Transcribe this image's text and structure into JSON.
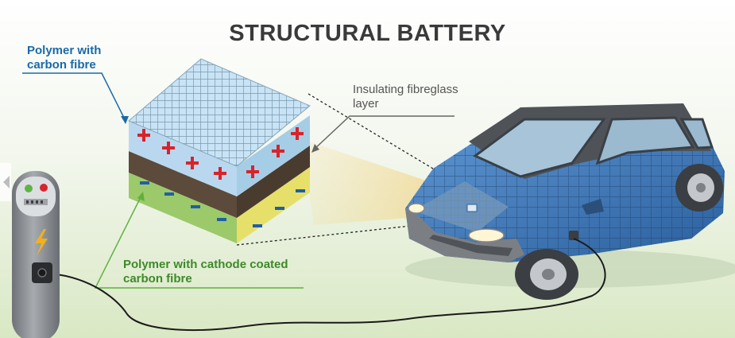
{
  "title": "STRUCTURAL BATTERY",
  "labels": {
    "polymer_carbon_fibre": "Polymer with carbon fibre",
    "insulating_layer": "Insulating fibreglass layer",
    "polymer_cathode": "Polymer with cathode coated carbon fibre"
  },
  "colors": {
    "blue_label": "#1a6aa8",
    "green_label": "#3d8a2a",
    "insulating_label": "#555555",
    "positive_sign": "#d8232a",
    "negative_sign": "#1f5fa8",
    "car_body": "#2f6fb0",
    "charger": "#8f9398",
    "plug_bolt": "#f2b01e"
  },
  "icons": {
    "positive": "plus-sign-icon",
    "negative": "minus-sign-icon",
    "bolt": "lightning-bolt-icon"
  }
}
